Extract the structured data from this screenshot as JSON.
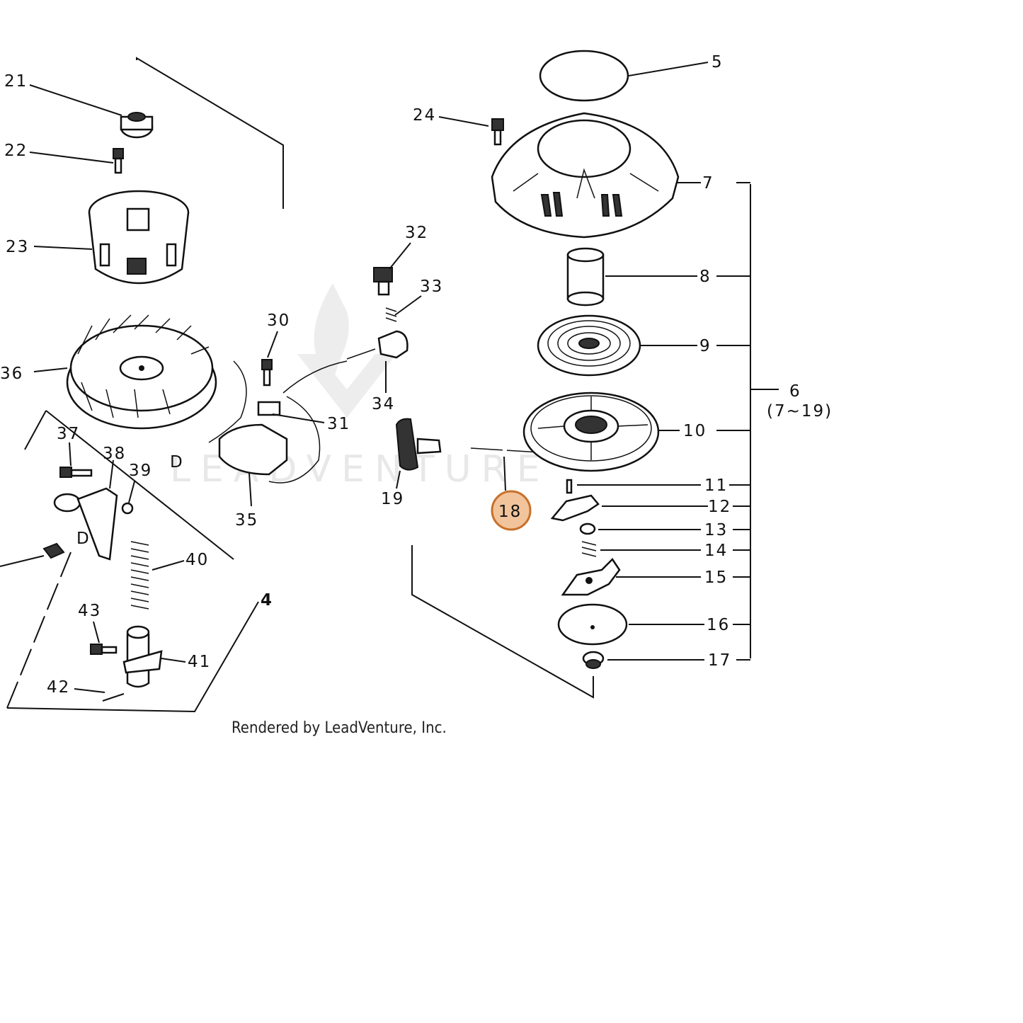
{
  "diagram": {
    "credit": "Rendered by LeadVenture, Inc.",
    "watermark": "LEADVENTURE",
    "highlight_color": "#f2c49c",
    "highlight_stroke": "#c8702a",
    "callouts": {
      "c5": "5",
      "c6": "6",
      "c6_range": "(7~19)",
      "c7": "7",
      "c8": "8",
      "c9": "9",
      "c10": "10",
      "c11": "11",
      "c12": "12",
      "c13": "13",
      "c14": "14",
      "c15": "15",
      "c16": "16",
      "c17": "17",
      "c18": "18",
      "c19": "19",
      "c21": "21",
      "c22": "22",
      "c23": "23",
      "c24": "24",
      "c30": "30",
      "c31": "31",
      "c32": "32",
      "c33": "33",
      "c34": "34",
      "c35": "35",
      "c36": "36",
      "c37": "37",
      "c38": "38",
      "c39": "39",
      "c40": "40",
      "c41": "41",
      "c42": "42",
      "c43": "43",
      "c4": "4",
      "d_left": "D",
      "d_mid": "D"
    }
  }
}
